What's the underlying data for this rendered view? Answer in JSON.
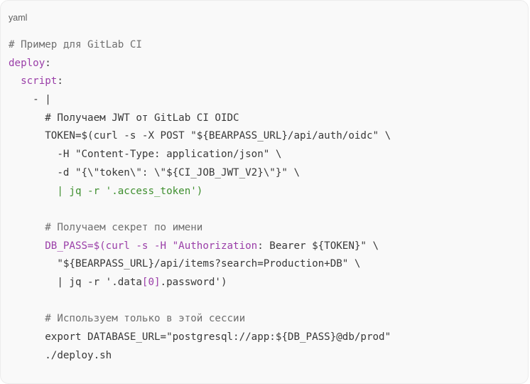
{
  "lang_label": "yaml",
  "lines": [
    [
      {
        "t": "# Пример для GitLab CI",
        "c": "cm"
      }
    ],
    [
      {
        "t": "deploy",
        "c": "kw"
      },
      {
        "t": ":",
        "c": ""
      }
    ],
    [
      {
        "t": "  ",
        "c": ""
      },
      {
        "t": "script",
        "c": "kw"
      },
      {
        "t": ":",
        "c": ""
      }
    ],
    [
      {
        "t": "    - |",
        "c": ""
      }
    ],
    [
      {
        "t": "      # Получаем JWT от GitLab CI OIDC",
        "c": ""
      }
    ],
    [
      {
        "t": "      TOKEN=$(curl -s -X POST \"${BEARPASS_URL}/api/auth/oidc\" \\",
        "c": ""
      }
    ],
    [
      {
        "t": "        -H \"Content-Type: application/json\" \\",
        "c": ""
      }
    ],
    [
      {
        "t": "        -d \"{\\\"token\\\": \\\"${CI_JOB_JWT_V2}\\\"}\" \\",
        "c": ""
      }
    ],
    [
      {
        "t": "        ",
        "c": ""
      },
      {
        "t": "| jq -r '.access_token')",
        "c": "gr"
      }
    ],
    [
      {
        "t": "",
        "c": ""
      }
    ],
    [
      {
        "t": "      # Получаем секрет по имени",
        "c": "cm"
      }
    ],
    [
      {
        "t": "      ",
        "c": ""
      },
      {
        "t": "DB_PASS=$(curl -s -H \"Authorization",
        "c": "kw"
      },
      {
        "t": ": Bearer ${TOKEN}\" \\",
        "c": ""
      }
    ],
    [
      {
        "t": "        \"${BEARPASS_URL}/api/items?search=Production+DB\" \\",
        "c": ""
      }
    ],
    [
      {
        "t": "        | jq -r '.data",
        "c": ""
      },
      {
        "t": "[0]",
        "c": "kw"
      },
      {
        "t": ".password')",
        "c": ""
      }
    ],
    [
      {
        "t": "",
        "c": ""
      }
    ],
    [
      {
        "t": "      # Используем только в этой сессии",
        "c": "cm"
      }
    ],
    [
      {
        "t": "      export DATABASE_URL=\"postgresql://app:${DB_PASS}@db/prod\"",
        "c": ""
      }
    ],
    [
      {
        "t": "      ./deploy.sh",
        "c": ""
      }
    ]
  ]
}
